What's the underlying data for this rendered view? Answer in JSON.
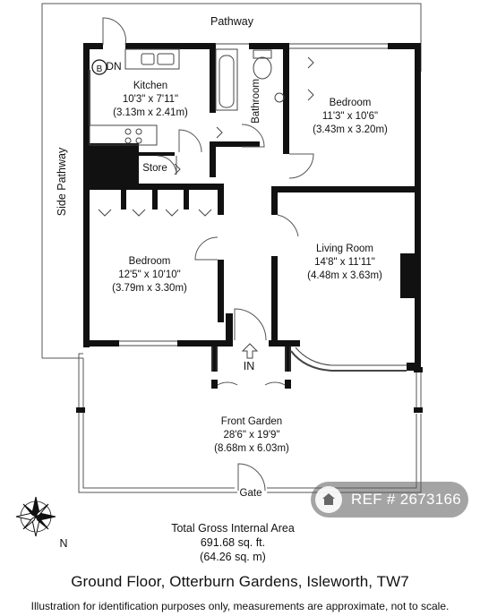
{
  "labels": {
    "pathway": "Pathway",
    "side_pathway": "Side Pathway",
    "dn": "DN",
    "boiler": "B",
    "store": "Store",
    "bathroom": "Bathroom",
    "entrance": "IN",
    "gate": "Gate",
    "north": "N"
  },
  "rooms": {
    "kitchen": {
      "name": "Kitchen",
      "imperial": "10'3\" x 7'11\"",
      "metric": "(3.13m x 2.41m)"
    },
    "bedroom1": {
      "name": "Bedroom",
      "imperial": "11'3\" x 10'6\"",
      "metric": "(3.43m x 3.20m)"
    },
    "bedroom2": {
      "name": "Bedroom",
      "imperial": "12'5\" x 10'10\"",
      "metric": "(3.79m x 3.30m)"
    },
    "living": {
      "name": "Living Room",
      "imperial": "14'8\" x 11'11\"",
      "metric": "(4.48m x 3.63m)"
    },
    "garden": {
      "name": "Front Garden",
      "imperial": "28'6\" x 19'9\"",
      "metric": "(8.68m x 6.03m)"
    }
  },
  "area": {
    "title": "Total Gross Internal Area",
    "sqft": "691.68 sq. ft.",
    "sqm": "(64.26 sq. m)"
  },
  "reference": "REF # 2673166",
  "footer": {
    "title": "Ground Floor, Otterburn Gardens, Isleworth, TW7",
    "note": "Illustration for identification purposes only, measurements are approximate, not to scale."
  }
}
